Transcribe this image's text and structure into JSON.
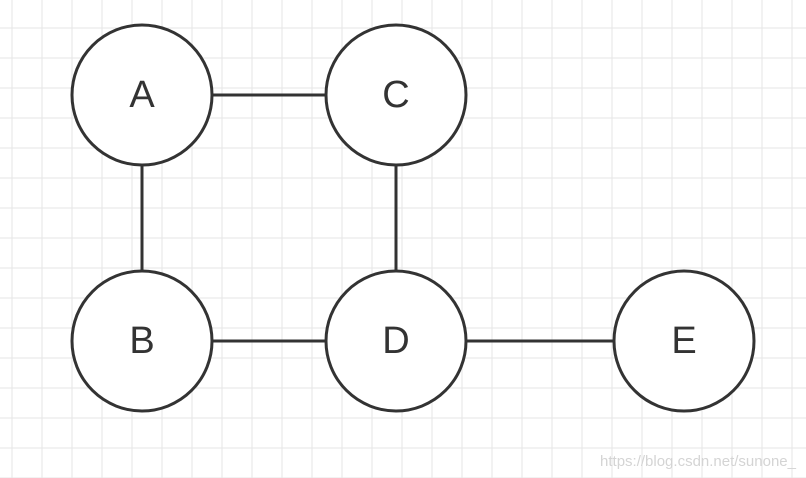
{
  "diagram": {
    "nodes": [
      {
        "id": "A",
        "label": "A"
      },
      {
        "id": "C",
        "label": "C"
      },
      {
        "id": "B",
        "label": "B"
      },
      {
        "id": "D",
        "label": "D"
      },
      {
        "id": "E",
        "label": "E"
      }
    ],
    "edges": [
      {
        "from": "A",
        "to": "C"
      },
      {
        "from": "A",
        "to": "B"
      },
      {
        "from": "C",
        "to": "D"
      },
      {
        "from": "B",
        "to": "D"
      },
      {
        "from": "D",
        "to": "E"
      }
    ],
    "colors": {
      "stroke": "#333333",
      "node_fill": "#ffffff",
      "grid_line": "#e6e6e6",
      "background": "#ffffff"
    }
  },
  "watermark": "https://blog.csdn.net/sunone_"
}
